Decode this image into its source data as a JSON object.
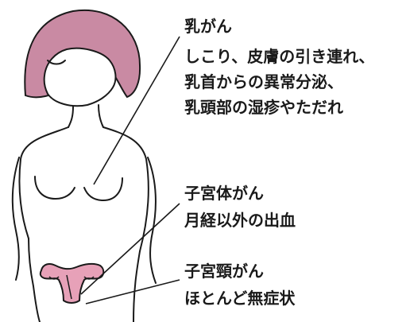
{
  "labels": {
    "breast_cancer": {
      "title": "乳がん",
      "lines": [
        "しこり、皮膚の引き連れ、",
        "乳首からの異常分泌、",
        "乳頭部の湿疹やただれ"
      ]
    },
    "uterine_body_cancer": {
      "title": "子宮体がん",
      "lines": [
        "月経以外の出血"
      ]
    },
    "cervical_cancer": {
      "title": "子宮頸がん",
      "lines": [
        "ほとんど無症状"
      ]
    }
  },
  "colors": {
    "hair": "#c98aa3",
    "uterus": "#e7a1b8",
    "outline": "#1a1a1a",
    "leader_line": "#1a1a1a"
  }
}
